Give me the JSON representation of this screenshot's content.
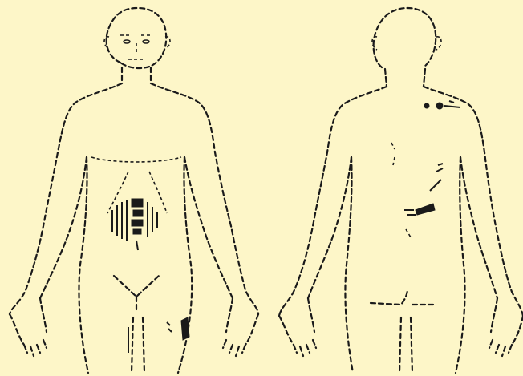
{
  "figure": {
    "background": "#fdf6c8",
    "line_color": "#1a1a1a",
    "style": "dashed body outline",
    "views": [
      "front",
      "back"
    ]
  }
}
